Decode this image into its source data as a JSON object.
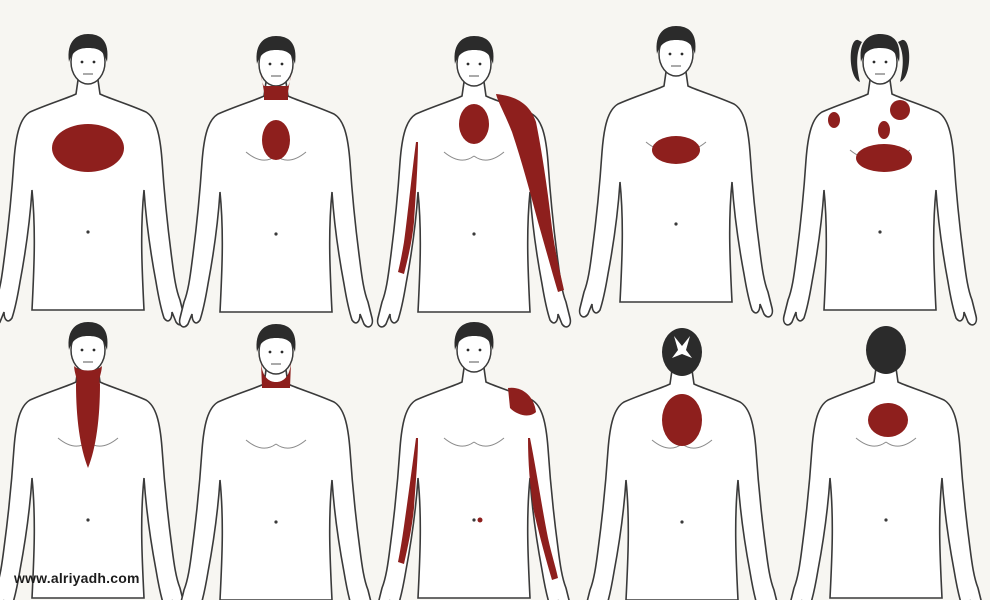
{
  "watermark": "www.alriyadh.com",
  "colors": {
    "pain": "#8e1f1d",
    "skin": "#ffffff",
    "outline": "#3a3a3a",
    "hair": "#2b2b2b",
    "background": "#f7f6f2"
  },
  "figures": [
    {
      "row": 1,
      "view": "front",
      "gender": "male",
      "pain_area": "upper chest"
    },
    {
      "row": 1,
      "view": "front",
      "gender": "male",
      "pain_area": "jaw, neck and central chest"
    },
    {
      "row": 1,
      "view": "front",
      "gender": "male",
      "pain_area": "central chest, left shoulder and both arms"
    },
    {
      "row": 1,
      "view": "front",
      "gender": "male",
      "pain_area": "upper abdomen"
    },
    {
      "row": 1,
      "view": "front",
      "gender": "female",
      "pain_area": "chest spots, right arm and upper abdomen"
    },
    {
      "row": 2,
      "view": "front",
      "gender": "male",
      "pain_area": "jaw, neck and sternum"
    },
    {
      "row": 2,
      "view": "front",
      "gender": "male",
      "pain_area": "jaw and neck"
    },
    {
      "row": 2,
      "view": "front",
      "gender": "male",
      "pain_area": "left shoulder and both arms"
    },
    {
      "row": 2,
      "view": "back",
      "gender": "male",
      "pain_area": "upper back"
    },
    {
      "row": 2,
      "view": "back",
      "gender": "male",
      "pain_area": "upper back"
    }
  ]
}
